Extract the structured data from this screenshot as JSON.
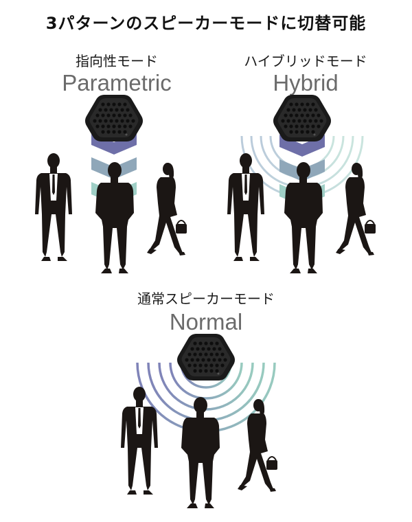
{
  "header": {
    "title": "3パターンのスピーカーモードに切替可能"
  },
  "modes": [
    {
      "jp": "指向性モード",
      "en": "Parametric"
    },
    {
      "jp": "ハイブリッドモード",
      "en": "Hybrid"
    },
    {
      "jp": "通常スピーカーモード",
      "en": "Normal"
    }
  ],
  "icons": {
    "speaker": "hexagon-speaker-icon",
    "person": "person-silhouette-icon",
    "beam": "chevron-beam-icon",
    "waves": "sound-wave-arcs-icon"
  },
  "colors": {
    "beam_top": "#6e6fa8",
    "beam_mid": "#8fa7b9",
    "beam_bottom": "#9fcfc6",
    "wave_left": "#7f83b8",
    "wave_right": "#98cbbf",
    "silhouette": "#1b1614",
    "speaker": "#1a1a1a"
  }
}
